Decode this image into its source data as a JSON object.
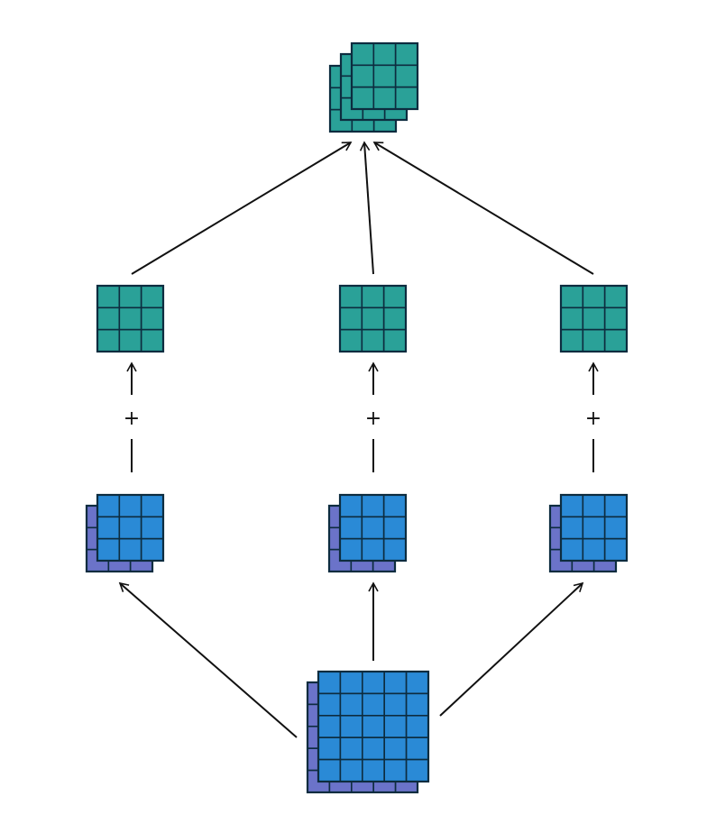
{
  "colors": {
    "teal": "#2aa198",
    "blue": "#2a8ad6",
    "purple": "#6b73c9",
    "grid_stroke": "#0d2c3f",
    "arrow": "#111111",
    "background": "#ffffff"
  },
  "operator_symbol": "+",
  "stages": {
    "input": {
      "grid": "5x5",
      "layers": 2,
      "colors": [
        "purple",
        "blue"
      ]
    },
    "branch_inputs": {
      "count": 3,
      "grid": "3x3",
      "layers": 2,
      "colors": [
        "purple",
        "blue"
      ]
    },
    "branch_outputs": {
      "count": 3,
      "grid": "3x3",
      "layers": 1,
      "colors": [
        "teal"
      ]
    },
    "output": {
      "grid": "3x3",
      "layers": 3,
      "colors": [
        "teal",
        "teal",
        "teal"
      ]
    }
  }
}
